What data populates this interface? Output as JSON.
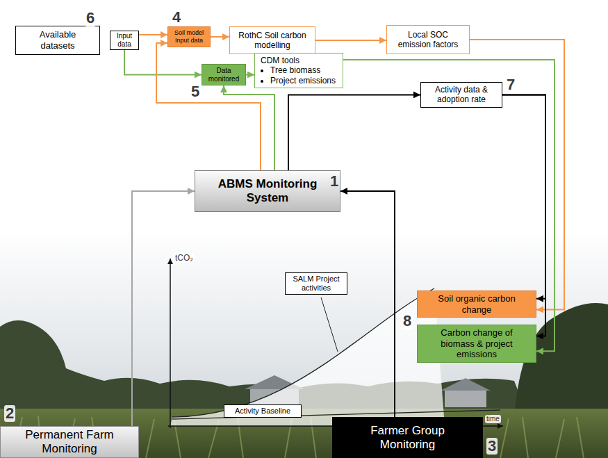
{
  "diagram": {
    "nodes": [
      {
        "text": [
          "Available datasets"
        ]
      },
      {
        "text": [
          "Input data"
        ]
      },
      {
        "text": [
          "Soil model Input data"
        ]
      },
      {
        "text": [
          "RothC Soil carbon modelling"
        ]
      },
      {
        "text": [
          "Local SOC emission factors"
        ]
      },
      {
        "text": [
          "Data monitored"
        ]
      },
      {
        "text": [
          "CDM tools",
          "Tree biomass",
          "Project emissions"
        ]
      },
      {
        "text": [
          "Activity data & adoption rate"
        ]
      },
      {
        "text": [
          "ABMS Monitoring System"
        ]
      },
      {
        "text": [
          "SALM Project activities"
        ]
      },
      {
        "text": [
          "Activity Baseline"
        ]
      },
      {
        "text": [
          "Soil organic carbon change"
        ]
      },
      {
        "text": [
          "Carbon change of biomass & project emissions"
        ]
      },
      {
        "text": [
          "Permanent Farm Monitoring"
        ]
      },
      {
        "text": [
          "Farmer Group Monitoring"
        ]
      }
    ],
    "edges": [
      {
        "from": 1,
        "to": 2,
        "arrow": "to"
      },
      {
        "from": 1,
        "to": 5,
        "arrow": "to"
      },
      {
        "from": 2,
        "to": 3,
        "arrow": "to"
      },
      {
        "from": 3,
        "to": 4,
        "arrow": "to"
      },
      {
        "from": 5,
        "to": 6,
        "arrow": "to"
      },
      {
        "from": 8,
        "to": 2,
        "arrow": "to"
      },
      {
        "from": 8,
        "to": 5,
        "arrow": "to"
      },
      {
        "from": 8,
        "to": 7,
        "arrow": "to"
      },
      {
        "from": 4,
        "to": 11,
        "arrow": "to"
      },
      {
        "from": 6,
        "to": 12,
        "arrow": "to"
      },
      {
        "from": 7,
        "to": 11,
        "arrow": "to"
      },
      {
        "from": 7,
        "to": 12,
        "arrow": "to"
      },
      {
        "from": 13,
        "to": 8,
        "arrow": "to"
      },
      {
        "from": 14,
        "to": 8,
        "arrow": "to"
      }
    ],
    "labels": [
      "6",
      "4",
      "5",
      "7",
      "1",
      "tCO₂",
      "time",
      "8",
      "2",
      "3"
    ]
  }
}
